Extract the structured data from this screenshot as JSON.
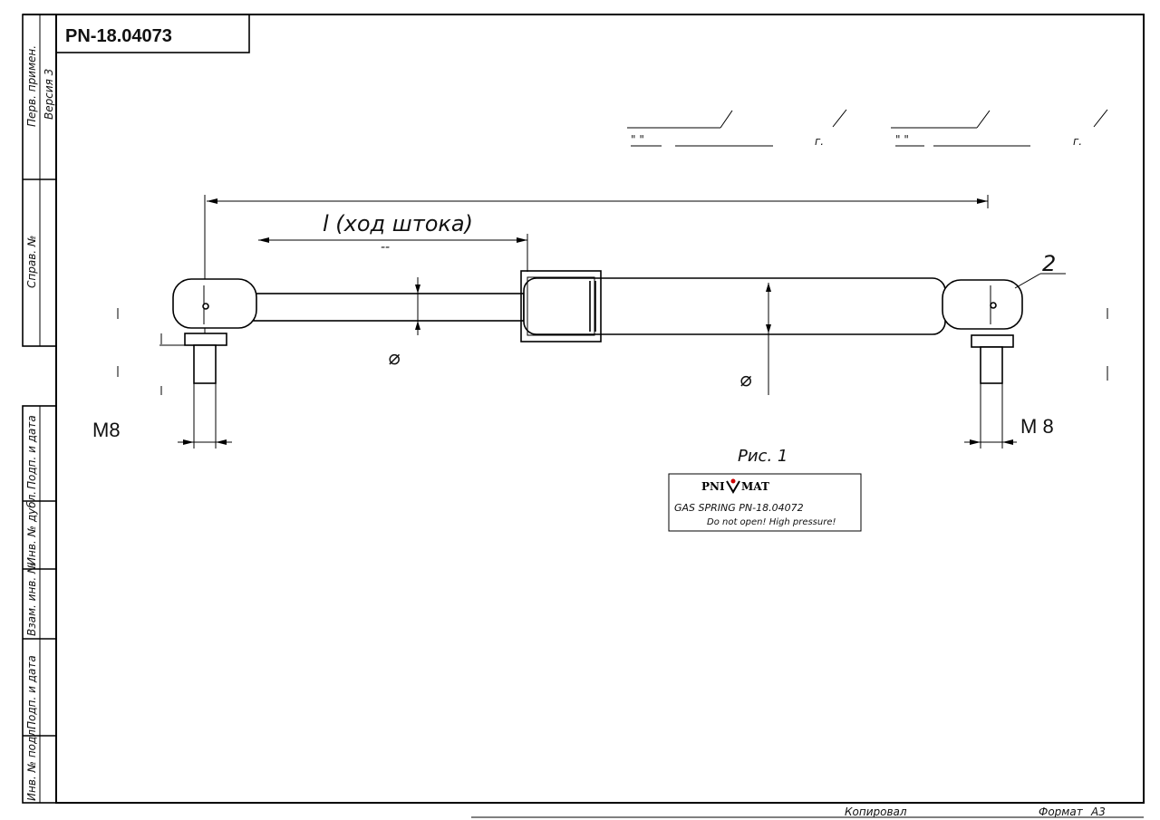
{
  "title_block": {
    "code": "PN-18.04073"
  },
  "side_stamp": {
    "top": [
      "Перв. примен.",
      "Версия 3"
    ],
    "middle": "Справ. №",
    "bottom": [
      "Подп. и дата",
      "Инв. № дубл.",
      "Взам. инв. №",
      "Подп. и дата",
      "Инв. № подл."
    ]
  },
  "approval_fields": [
    {
      "quote": "\"     \"",
      "year": "г."
    },
    {
      "quote": "\"     \"",
      "year": "г."
    }
  ],
  "dimensions": {
    "stroke_label": "l (ход штока)",
    "stroke_sublabel": "--",
    "thread_left": "M8",
    "thread_right": "M 8",
    "diameter_symbol": "⌀",
    "callout": "2"
  },
  "figure_caption": "Рис. 1",
  "product_label": {
    "brand_left": "PNI",
    "brand_right": "MAT",
    "line1": "GAS SPRING PN-18.04072",
    "line2": "Do not open! High pressure!"
  },
  "footer": {
    "copied": "Копировал",
    "format_label": "Формат",
    "format_value": "А3"
  }
}
